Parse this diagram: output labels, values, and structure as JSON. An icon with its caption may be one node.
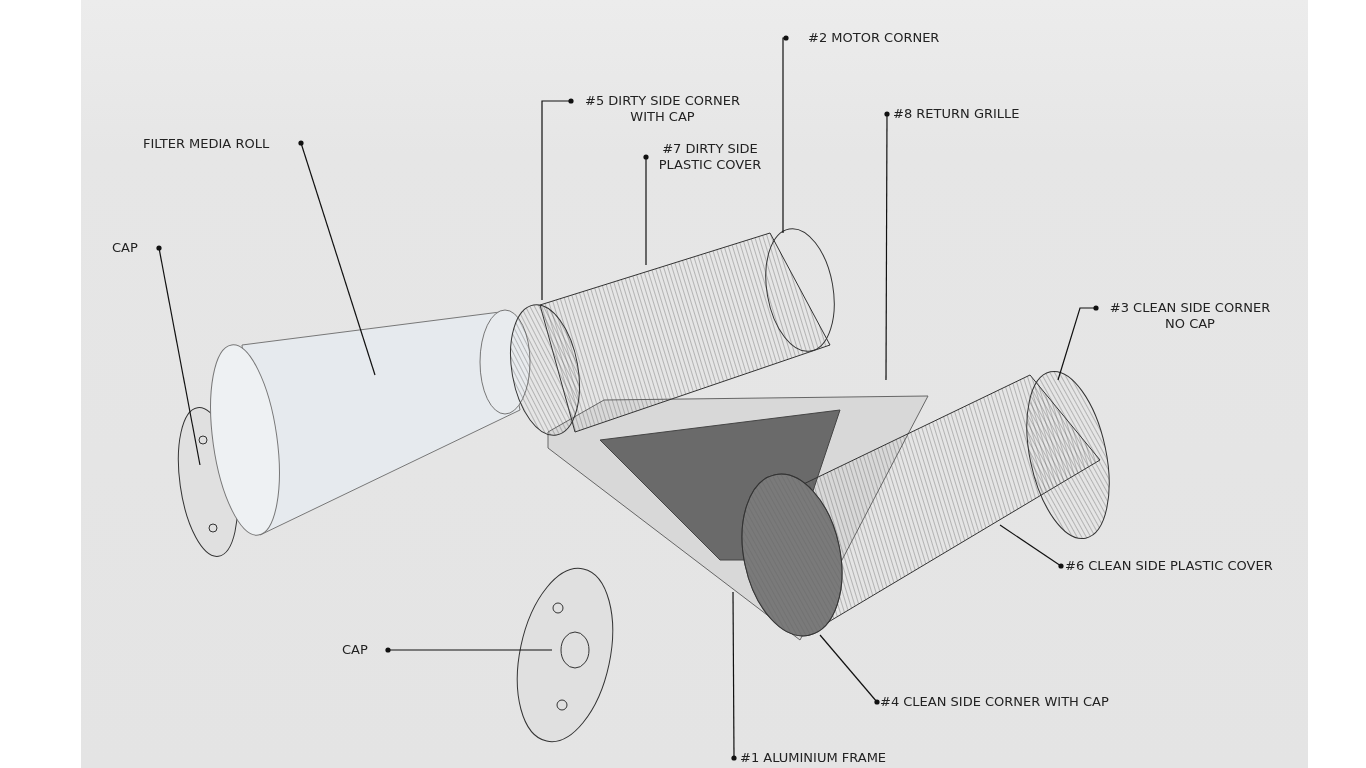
{
  "diagram": {
    "nodes": [
      {
        "text": [
          "#2 MOTOR CORNER"
        ]
      },
      {
        "text": [
          "#5 DIRTY SIDE CORNER WITH CAP"
        ]
      },
      {
        "text": [
          "#8 RETURN GRILLE"
        ]
      },
      {
        "text": [
          "FILTER MEDIA ROLL"
        ]
      },
      {
        "text": [
          "#7 DIRTY SIDE PLASTIC COVER"
        ]
      },
      {
        "text": [
          "CAP"
        ]
      },
      {
        "text": [
          "#3 CLEAN SIDE CORNER NO CAP"
        ]
      },
      {
        "text": [
          "#6 CLEAN SIDE PLASTIC COVER"
        ]
      },
      {
        "text": [
          "CAP"
        ]
      },
      {
        "text": [
          "#4 CLEAN SIDE CORNER WITH CAP"
        ]
      },
      {
        "text": [
          "#1 ALUMINIUM FRAME"
        ]
      }
    ],
    "edges": [
      {
        "from": 0,
        "to": null,
        "arrow": "other"
      },
      {
        "from": 1,
        "to": null,
        "arrow": "other"
      },
      {
        "from": 2,
        "to": null,
        "arrow": "other"
      },
      {
        "from": 3,
        "to": null,
        "arrow": "other"
      },
      {
        "from": 4,
        "to": null,
        "arrow": "other"
      },
      {
        "from": 5,
        "to": null,
        "arrow": "other"
      },
      {
        "from": 6,
        "to": null,
        "arrow": "other"
      },
      {
        "from": 7,
        "to": null,
        "arrow": "other"
      },
      {
        "from": 8,
        "to": null,
        "arrow": "other"
      },
      {
        "from": 9,
        "to": null,
        "arrow": "other"
      },
      {
        "from": 10,
        "to": null,
        "arrow": "other"
      }
    ]
  }
}
